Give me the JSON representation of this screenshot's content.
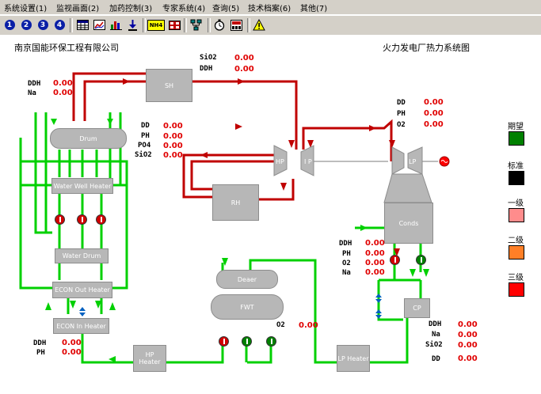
{
  "menu": [
    {
      "id": "system",
      "label": "系统设置(1)"
    },
    {
      "id": "monitor",
      "label": "监视画面(2)"
    },
    {
      "id": "dosing",
      "label": "加药控制(3)"
    },
    {
      "id": "expert",
      "label": "专家系统(4)"
    },
    {
      "id": "query",
      "label": "查询(5)"
    },
    {
      "id": "archive",
      "label": "技术档案(6)"
    },
    {
      "id": "other",
      "label": "其他(7)"
    }
  ],
  "toolbar": {
    "screen_buttons": [
      "1",
      "2",
      "3",
      "4"
    ],
    "icons": [
      "table-icon",
      "trend-chart-icon",
      "bar-chart-icon",
      "dosing-pump-icon",
      "nh4-icon",
      "alarm-board-icon",
      "network-icon",
      "timer-icon",
      "counter-icon",
      "warning-icon"
    ],
    "nh4_label": "NH4"
  },
  "header": {
    "company": "南京国能环保工程有限公司",
    "diagram_title": "火力发电厂热力系统图"
  },
  "equipment": {
    "sh": "SH",
    "rh": "RH",
    "drum": "Drum",
    "water_well_heater": "Water Well Heater",
    "water_drum": "Water Drum",
    "econ_out": "ECON Out Heater",
    "econ_in": "ECON In Heater",
    "hp_heater": "HP Heater",
    "deaer": "Deaer",
    "fwt": "FWT",
    "hp": "HP",
    "ip": "I P",
    "lp": "LP",
    "conds": "Conds",
    "cp": "CP",
    "lp_heater": "LP Heater"
  },
  "measurements": {
    "sh": [
      {
        "name": "SiO2",
        "value": "0.00"
      },
      {
        "name": "DDH",
        "value": "0.00"
      }
    ],
    "drum_top": [
      {
        "name": "DDH",
        "value": "0.00"
      },
      {
        "name": "Na",
        "value": "0.00"
      }
    ],
    "drum_water": [
      {
        "name": "DD",
        "value": "0.00"
      },
      {
        "name": "PH",
        "value": "0.00"
      },
      {
        "name": "PO4",
        "value": "0.00"
      },
      {
        "name": "SiO2",
        "value": "0.00"
      }
    ],
    "lp_steam": [
      {
        "name": "DD",
        "value": "0.00"
      },
      {
        "name": "PH",
        "value": "0.00"
      },
      {
        "name": "O2",
        "value": "0.00"
      }
    ],
    "cond_out": [
      {
        "name": "DDH",
        "value": "0.00"
      },
      {
        "name": "PH",
        "value": "0.00"
      },
      {
        "name": "O2",
        "value": "0.00"
      },
      {
        "name": "Na",
        "value": "0.00"
      }
    ],
    "fwt": [
      {
        "name": "O2",
        "value": "0.00"
      }
    ],
    "feedwater": [
      {
        "name": "DDH",
        "value": "0.00"
      },
      {
        "name": "PH",
        "value": "0.00"
      }
    ],
    "cp_out": [
      {
        "name": "DDH",
        "value": "0.00"
      },
      {
        "name": "Na",
        "value": "0.00"
      },
      {
        "name": "SiO2",
        "value": "0.00"
      },
      {
        "name": "DD",
        "value": "0.00"
      }
    ]
  },
  "legend": [
    {
      "label": "期望",
      "color": "#008000"
    },
    {
      "label": "标准",
      "color": "#000000"
    },
    {
      "label": "一级",
      "color": "#ff8c8c"
    },
    {
      "label": "二级",
      "color": "#ff7f27"
    },
    {
      "label": "三级",
      "color": "#ff0000"
    }
  ],
  "colors": {
    "steam": "#c00000",
    "water": "#00d000",
    "equipment": "#b7b7b7",
    "value": "#e00000",
    "valve_red": "#d00000",
    "valve_green": "#008000"
  }
}
